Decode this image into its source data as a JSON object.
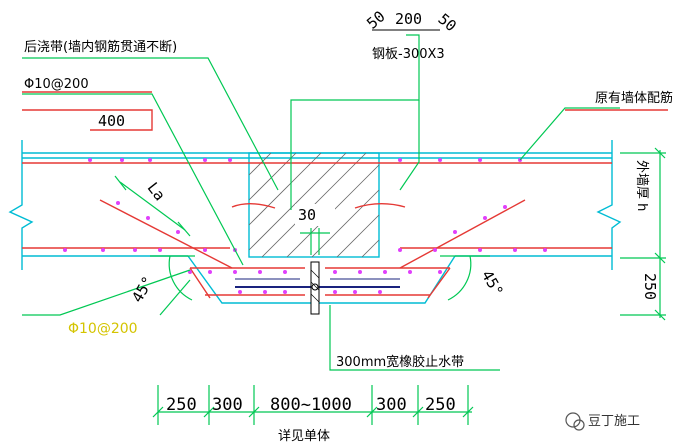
{
  "labels": {
    "post_pour_strip": "后浇带(墙内钢筋贯通不断)",
    "rebar_top": "Φ10@200",
    "rebar_bottom": "Φ10@200",
    "existing_wall_rebar": "原有墙体配筋",
    "steel_plate": "钢板-300X3",
    "plate_dims": [
      "50",
      "200",
      "50"
    ],
    "len_400": "400",
    "la": "La",
    "gap_30": "30",
    "wall_thickness": "外墙厚 h",
    "dim_250_right": "250",
    "angle_left": "45°",
    "angle_right": "45°",
    "waterstop": "300mm宽橡胶止水带",
    "detail_ref": "详见单体"
  },
  "bottom_dims": [
    "250",
    "300",
    "800~1000",
    "300",
    "250"
  ],
  "watermark": "豆丁施工",
  "colors": {
    "wall_line": "#00bcd4",
    "rebar": "#e53935",
    "leader": "#00c853",
    "dots": "#e040fb",
    "black": "#000000",
    "yellow": "#d4c400",
    "hatch": "#555555"
  }
}
